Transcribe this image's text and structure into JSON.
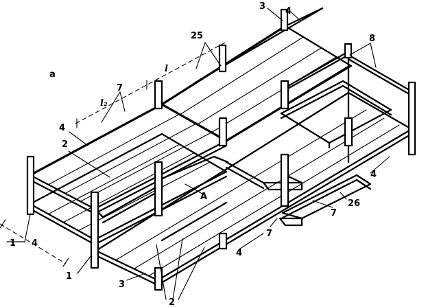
{
  "figure_letter": "a",
  "callouts": {
    "c1_top": "1",
    "c1_bot": "1",
    "c2_mid": "2",
    "c2_bot": "2",
    "c3_bot": "3",
    "c3_top": "3",
    "c4_left": "4",
    "c4_dim": "4",
    "c4_top": "4",
    "c4_front": "4",
    "c4_right": "4",
    "c7_mid": "7",
    "c7_a": "7",
    "c7_b": "7",
    "c8": "8",
    "c25": "25",
    "c26": "26",
    "cA": "A"
  },
  "dimensions": {
    "span_l": "l",
    "span_l2": "l₂"
  }
}
